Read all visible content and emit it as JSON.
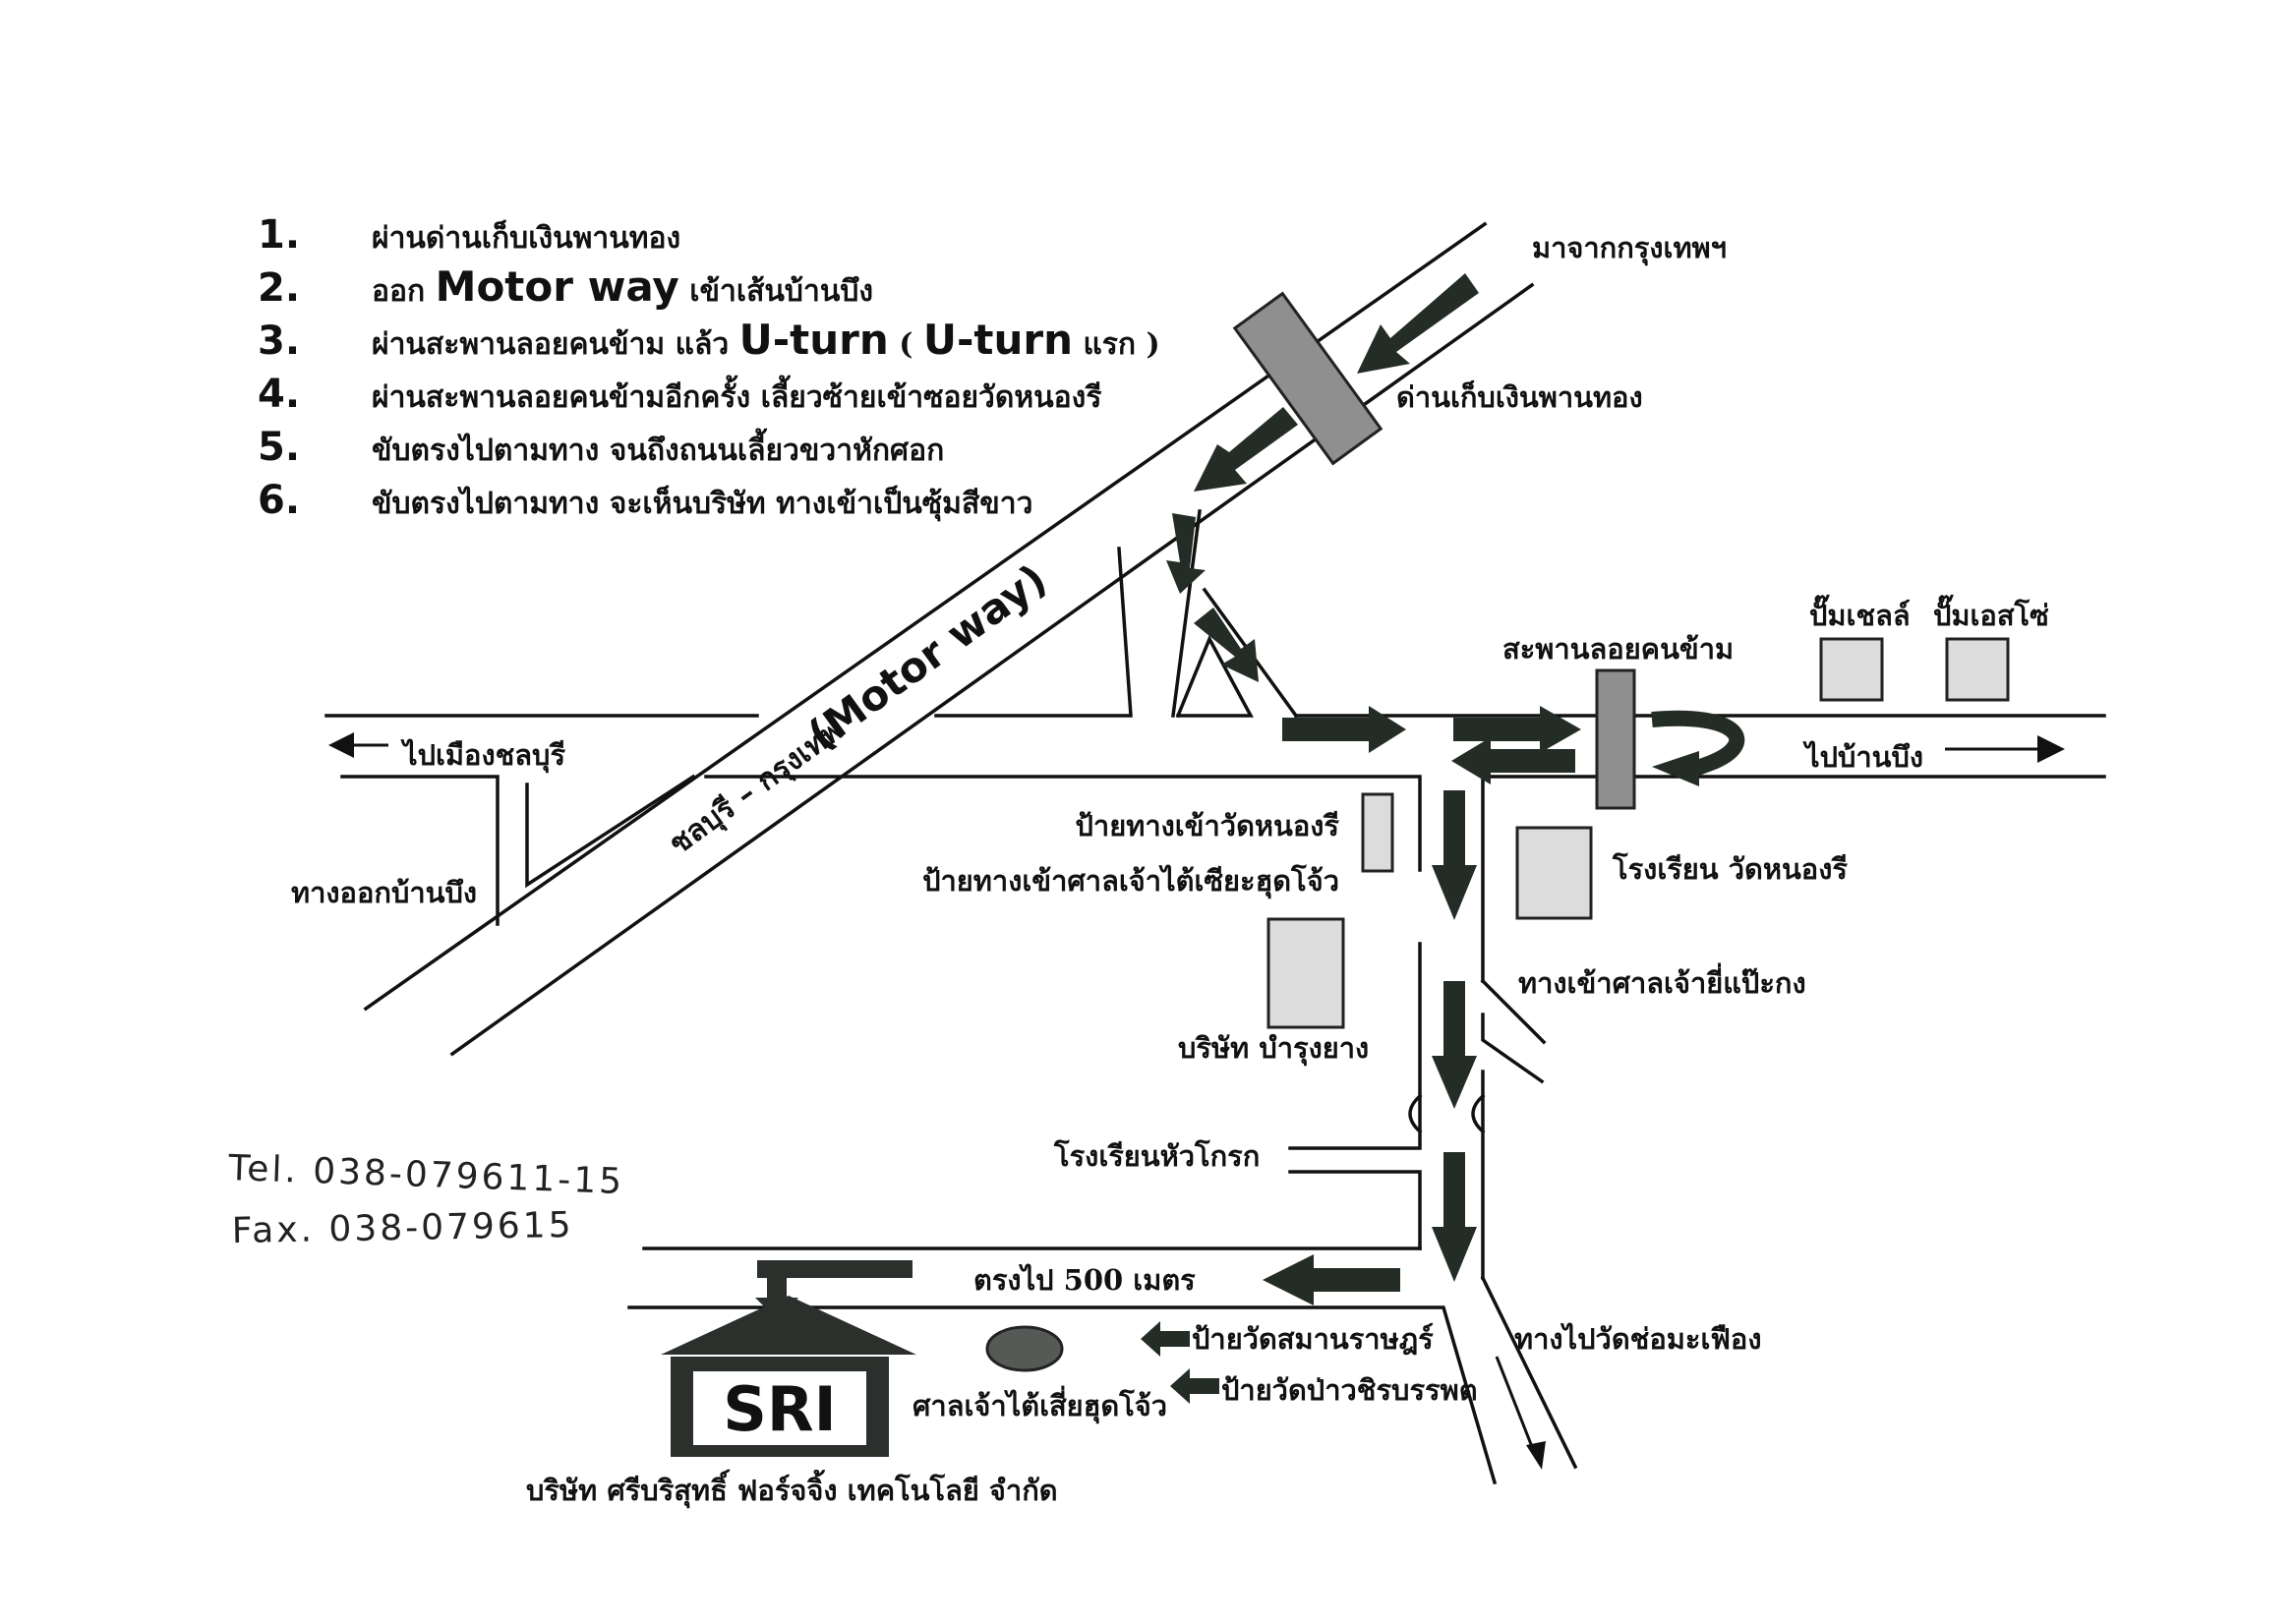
{
  "steps": [
    {
      "num": "1.",
      "parts": [
        {
          "text": "ผ่านด่านเก็บเงินพานทอง",
          "big": false
        }
      ]
    },
    {
      "num": "2.",
      "parts": [
        {
          "text": "ออก ",
          "big": false
        },
        {
          "text": "Motor way",
          "big": true
        },
        {
          "text": " เข้าเส้นบ้านบึง",
          "big": false
        }
      ]
    },
    {
      "num": "3.",
      "parts": [
        {
          "text": "ผ่านสะพานลอยคนข้าม แล้ว ",
          "big": false
        },
        {
          "text": "U-turn",
          "big": true
        },
        {
          "text": " ( ",
          "big": false
        },
        {
          "text": "U-turn",
          "big": true
        },
        {
          "text": " แรก )",
          "big": false
        }
      ]
    },
    {
      "num": "4.",
      "parts": [
        {
          "text": "ผ่านสะพานลอยคนข้ามอีกครั้ง  เลี้ยวซ้ายเข้าซอยวัดหนองรี",
          "big": false
        }
      ]
    },
    {
      "num": "5.",
      "parts": [
        {
          "text": "ขับตรงไปตามทาง จนถึงถนนเลี้ยวขวาหักศอก",
          "big": false
        }
      ]
    },
    {
      "num": "6.",
      "parts": [
        {
          "text": "ขับตรงไปตามทาง จะเห็นบริษัท ทางเข้าเป็นซุ้มสีขาว",
          "big": false
        }
      ]
    }
  ],
  "labels": {
    "from_bangkok": "มาจากกรุงเทพฯ",
    "toll_booth": "ด่านเก็บเงินพานทอง",
    "footbridge": "สะพานลอยคนข้าม",
    "shell_station": "ปั๊มเชลล์",
    "esso_station": "ปั๊มเอสโซ่",
    "to_chonburi": "ไปเมืองชลบุรี",
    "to_ban_bueng": "ไปบ้านบึง",
    "ban_bueng_exit": "ทางออกบ้านบึง",
    "motorway_prefix": "ชลบุรี – กรุงเทพ",
    "motorway_name": "(Motor way)",
    "wat_nong_ri_sign": "ป้ายทางเข้าวัดหนองรี",
    "shrine_sign": "ป้ายทางเข้าศาลเจ้าไต้เซียะฮุดโจ้ว",
    "wat_nong_ri_school": "โรงเรียน วัดหนองรี",
    "yi_pae_kong_shrine": "ทางเข้าศาลเจ้ายี่แป๊ะกง",
    "bamrung_yang": "บริษัท บำรุงยาง",
    "hua_khrok_school": "โรงเรียนหัวโกรก",
    "straight_500m": "ตรงไป  500 เมตร",
    "wat_saman_sign": "ป้ายวัดสมานราษฎร์",
    "wat_pa_sign": "ป้ายวัดป่าวชิรบรรพต",
    "to_wat_so": "ทางไปวัดช่อมะเฟือง",
    "shrine": "ศาลเจ้าไต้เสี่ยฮุดโจ้ว",
    "sri": "SRI",
    "company_name": "บริษัท ศรีบริสุทธิ์ ฟอร์จจิ้ง เทคโนโลยี จำกัด"
  },
  "contact": {
    "tel": "Tel. 038-079611-15",
    "fax": "Fax. 038-079615"
  },
  "colors": {
    "arrow": "#232d26",
    "booth": "#8f8f8f",
    "building": "#dcdcdc",
    "shrine": "#555a57"
  }
}
